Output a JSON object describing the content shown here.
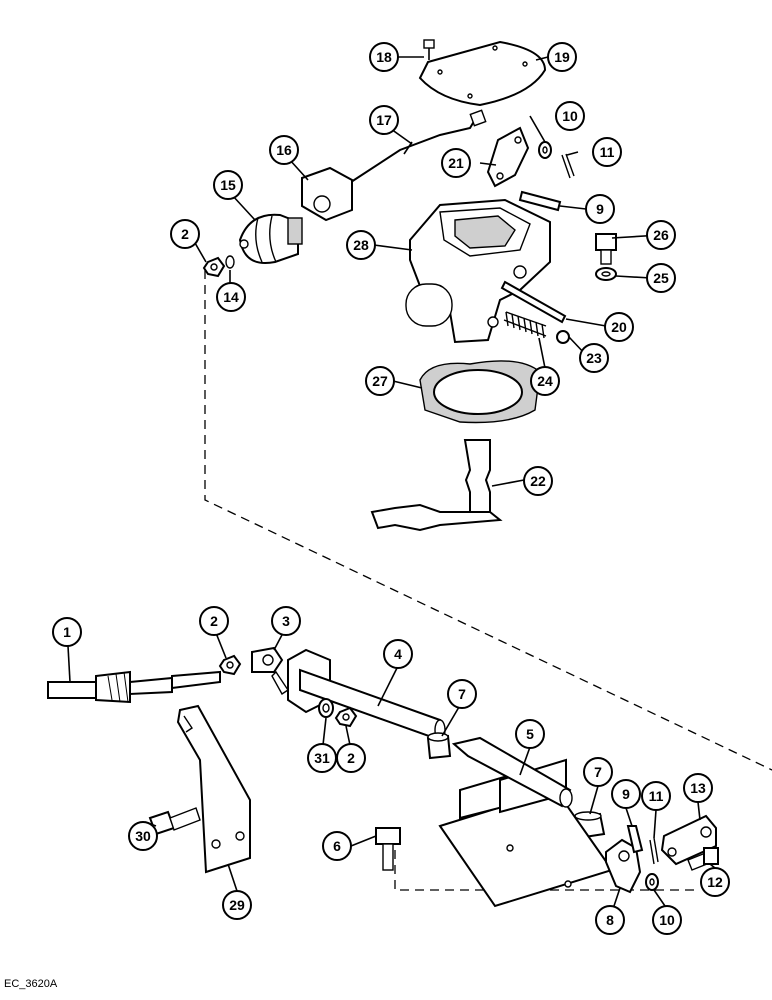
{
  "diagram": {
    "drawing_code": "EC_3620A",
    "callouts": [
      "1",
      "2",
      "3",
      "4",
      "5",
      "6",
      "7",
      "8",
      "9",
      "10",
      "11",
      "12",
      "13",
      "14",
      "15",
      "16",
      "17",
      "18",
      "19",
      "20",
      "21",
      "22",
      "23",
      "24",
      "25",
      "26",
      "27",
      "28",
      "29",
      "30",
      "31"
    ]
  }
}
